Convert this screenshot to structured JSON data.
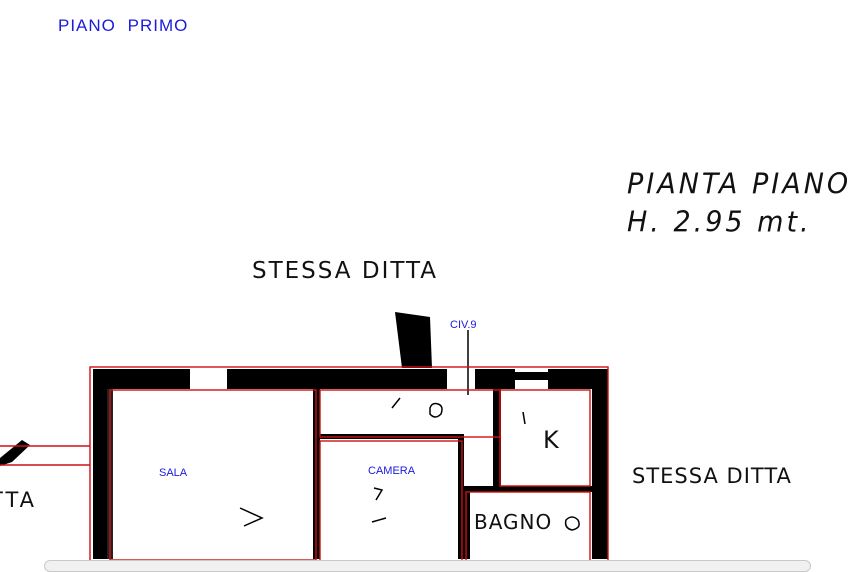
{
  "header": {
    "floor_title": "PIANO  PRIMO"
  },
  "annotation": {
    "line1": "PIANTA  PIANO",
    "line2": "H.  2.95 mt."
  },
  "neighbors": {
    "top": "STESSA DITTA",
    "right": "STESSA DITTA",
    "left": "TTA"
  },
  "entrance": {
    "label": "CIV.9"
  },
  "rooms": {
    "sala": "SALA",
    "camera": "CAMERA",
    "kitchen": "K",
    "bagno": "BAGNO"
  },
  "colors": {
    "label_blue": "#1a1adc",
    "outline_red": "#d01010",
    "wall": "#000000"
  }
}
